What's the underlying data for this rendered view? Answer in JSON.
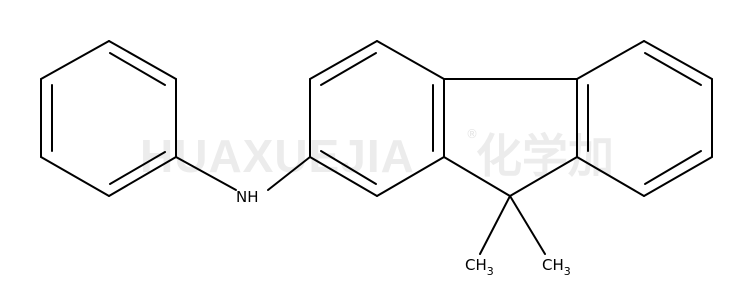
{
  "watermark": {
    "latin": "HUAXUEJIA",
    "registered": "®",
    "cjk": "化学加"
  },
  "atoms": {
    "nh": "NH",
    "methyl_1": {
      "main": "CH",
      "sub": "3"
    },
    "methyl_2": {
      "main": "CH",
      "sub": "3"
    }
  },
  "colors": {
    "bond": "#000000",
    "watermark": "#ececec",
    "background": "#ffffff"
  }
}
